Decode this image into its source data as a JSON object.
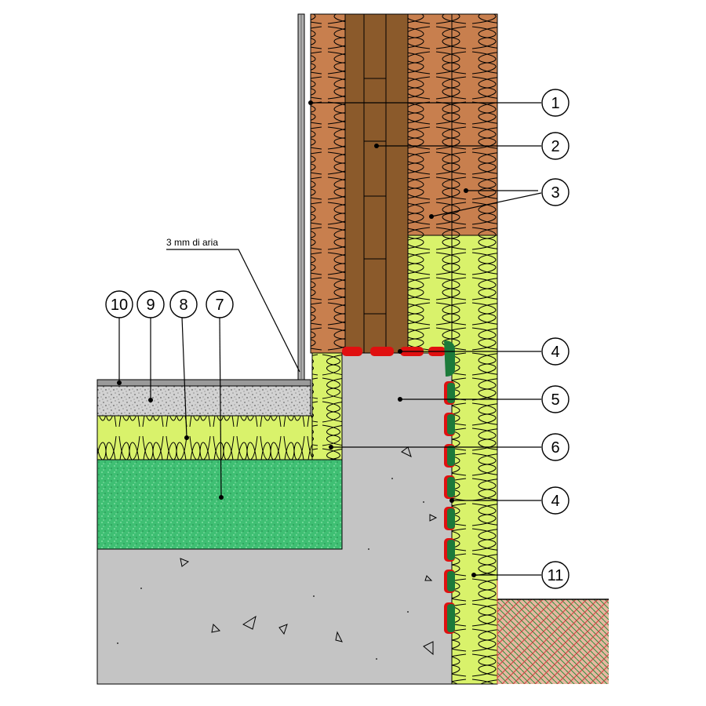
{
  "note": {
    "air_gap_text": "3 mm di aria"
  },
  "callouts": {
    "c1": "1",
    "c2": "2",
    "c3": "3",
    "c4a": "4",
    "c5": "5",
    "c6": "6",
    "c4b": "4",
    "c11": "11",
    "c10": "10",
    "c9": "9",
    "c8": "8",
    "c7": "7"
  },
  "colors": {
    "wood_insulation": "#c87f4e",
    "timber": "#8b5a2b",
    "green_insulation": "#d9f26b",
    "concrete": "#c4c4c4",
    "xps_green": "#4ac47a",
    "screed": "#d2d2d2",
    "membrane_red": "#e01010",
    "membrane_green": "#1c7a3a",
    "soil": "#e8b6a0"
  }
}
